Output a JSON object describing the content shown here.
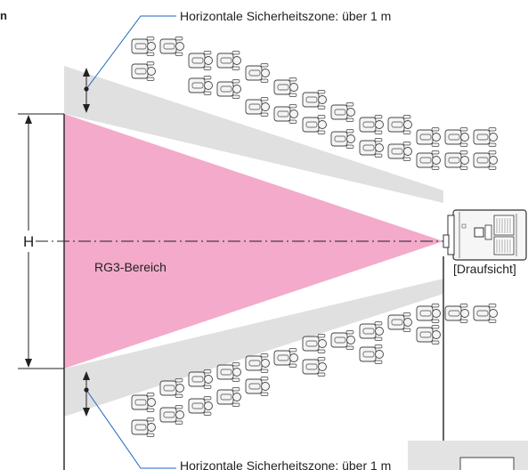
{
  "labels": {
    "corner_fragment": "n",
    "zone_top": "Horizontale Sicherheitszone: über 1 m",
    "zone_bottom": "Horizontale Sicherheitszone: über 1 m",
    "height": "H",
    "rg3_area": "RG3-Bereich",
    "view": "[Draufsicht]"
  },
  "icons": {
    "person": "person-topview-icon",
    "projector": "projector-topview-icon",
    "dimension": "dimension-arrow-icon"
  },
  "colors": {
    "rg3_zone": "#f3aacb",
    "safety_zone": "#e0e0e0",
    "lines": "#222222",
    "leader": "#1a66c0",
    "person_fill": "#f4f4f4",
    "person_stroke": "#444444"
  }
}
